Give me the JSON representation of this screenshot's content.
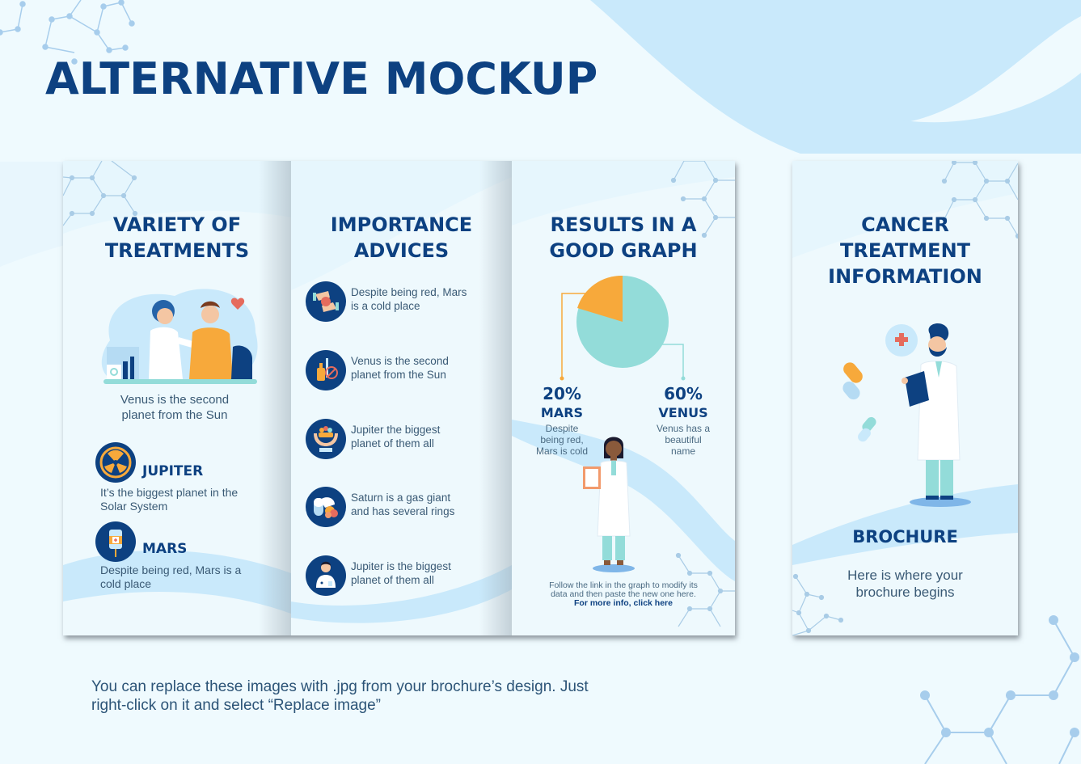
{
  "page": {
    "title": "ALTERNATIVE MOCKUP",
    "footer_note_line1": "You can replace these images with .jpg from your brochure’s design. Just",
    "footer_note_line2": "right-click on it and select “Replace image”"
  },
  "colors": {
    "navy": "#0d4181",
    "light_bg": "#eef9fd",
    "wave_blue": "#c9e9fb",
    "orange": "#f7a93b",
    "teal": "#93dcd9",
    "text_gray": "#3a5a75",
    "molecule": "#9ec7e8"
  },
  "panel1": {
    "title_line1": "VARIETY OF",
    "title_line2": "TREATMENTS",
    "illustration": "doctor-patient-illustration",
    "caption_line1": "Venus is the second",
    "caption_line2": "planet from the Sun",
    "items": [
      {
        "icon": "radiation-icon",
        "title": "JUPITER",
        "desc_line1": "It’s the biggest planet in the",
        "desc_line2": "Solar System"
      },
      {
        "icon": "iv-bag-icon",
        "title": "MARS",
        "desc_line1": "Despite being red, Mars is a",
        "desc_line2": "cold place"
      }
    ]
  },
  "panel2": {
    "title_line1": "IMPORTANCE",
    "title_line2": "ADVICES",
    "advices": [
      {
        "icon": "hands-heart-icon",
        "line1": "Despite being red, Mars",
        "line2": "is a cold place"
      },
      {
        "icon": "no-smoking-alcohol-icon",
        "line1": "Venus is the second",
        "line2": "planet from the Sun"
      },
      {
        "icon": "hands-care-icon",
        "line1": "Jupiter the biggest",
        "line2": "planet of them all"
      },
      {
        "icon": "pills-icon",
        "line1": "Saturn is a gas giant",
        "line2": "and has several rings"
      },
      {
        "icon": "doctor-icon",
        "line1": "Jupiter is the biggest",
        "line2": "planet of them all"
      }
    ]
  },
  "panel3": {
    "title_line1": "RESULTS IN A",
    "title_line2": "GOOD GRAPH",
    "stats": [
      {
        "pct": "20%",
        "name": "MARS",
        "desc_line1": "Despite",
        "desc_line2": "being red,",
        "desc_line3": "Mars is cold"
      },
      {
        "pct": "60%",
        "name": "VENUS",
        "desc_line1": "Venus has a",
        "desc_line2": "beautiful",
        "desc_line3": "name"
      }
    ],
    "follow_line1": "Follow the link in the graph to modify its",
    "follow_line2": "data and then paste the new one here.",
    "follow_link": "For more info, click here"
  },
  "cover": {
    "title_line1": "CANCER",
    "title_line2": "TREATMENT",
    "title_line3": "INFORMATION",
    "subtitle": "BROCHURE",
    "tagline_line1": "Here is where your",
    "tagline_line2": "brochure begins"
  },
  "chart_data": {
    "type": "pie",
    "title": "RESULTS IN A GOOD GRAPH",
    "categories": [
      "MARS",
      "VENUS"
    ],
    "values": [
      20,
      60
    ],
    "colors": [
      "#f7a93b",
      "#93dcd9"
    ],
    "annotations": [
      "20% MARS - Despite being red, Mars is cold",
      "60% VENUS - Venus has a beautiful name"
    ],
    "note": "Rendered pie shows Mars slice ~20% of circle, remainder teal"
  }
}
